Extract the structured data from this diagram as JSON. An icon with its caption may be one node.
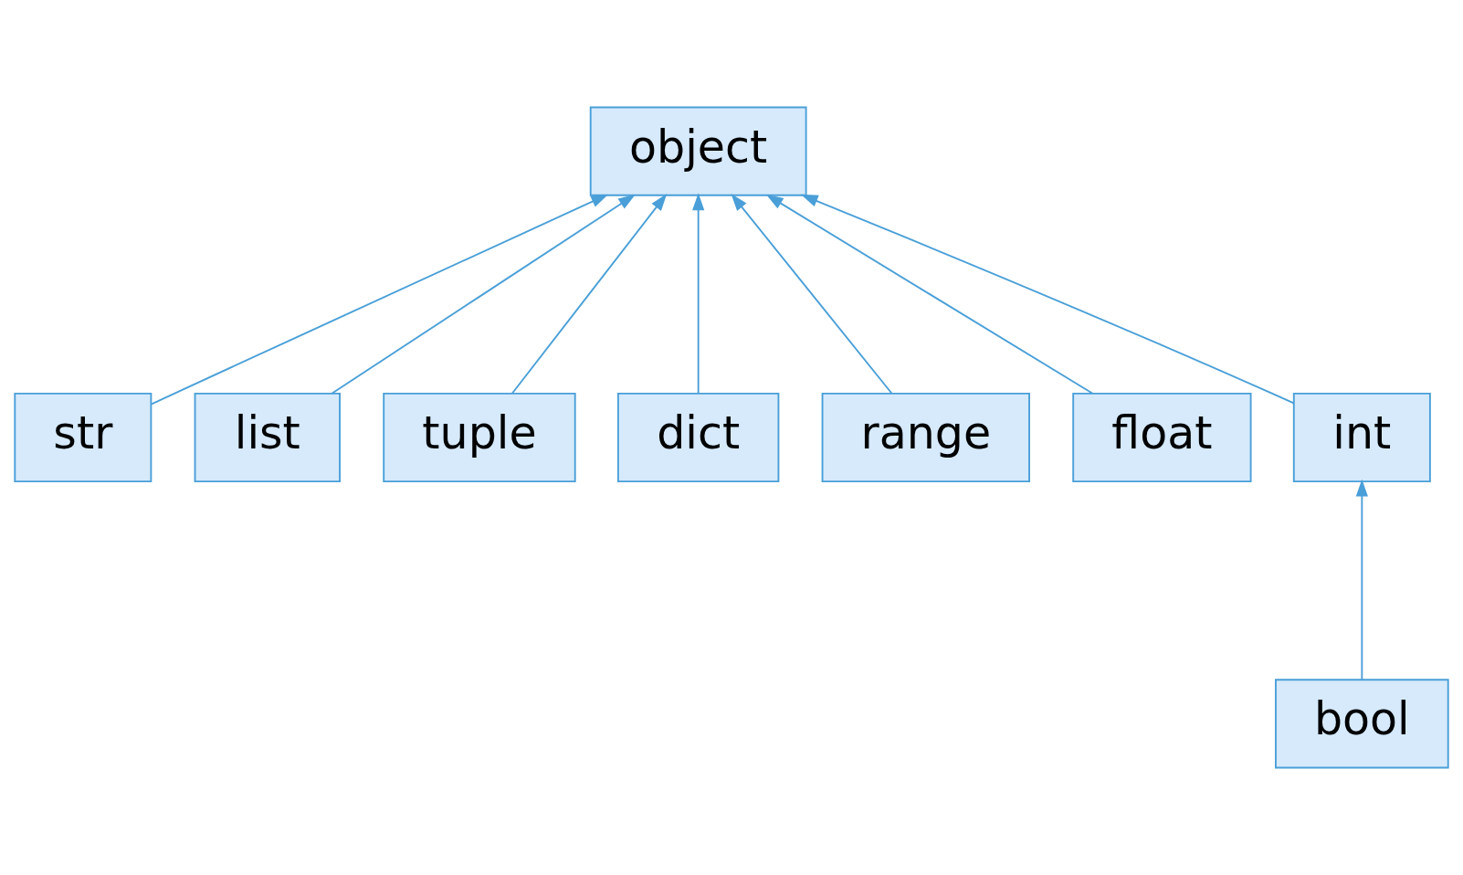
{
  "diagram": {
    "nodes": [
      {
        "text": [
          "object"
        ]
      },
      {
        "text": [
          "str"
        ]
      },
      {
        "text": [
          "list"
        ]
      },
      {
        "text": [
          "tuple"
        ]
      },
      {
        "text": [
          "dict"
        ]
      },
      {
        "text": [
          "range"
        ]
      },
      {
        "text": [
          "float"
        ]
      },
      {
        "text": [
          "int"
        ]
      },
      {
        "text": [
          "bool"
        ]
      }
    ],
    "edges": [
      {
        "from": 1,
        "to": 0,
        "arrow": "to"
      },
      {
        "from": 2,
        "to": 0,
        "arrow": "to"
      },
      {
        "from": 3,
        "to": 0,
        "arrow": "to"
      },
      {
        "from": 4,
        "to": 0,
        "arrow": "to"
      },
      {
        "from": 5,
        "to": 0,
        "arrow": "to"
      },
      {
        "from": 6,
        "to": 0,
        "arrow": "to"
      },
      {
        "from": 7,
        "to": 0,
        "arrow": "to"
      },
      {
        "from": 8,
        "to": 7,
        "arrow": "to"
      }
    ]
  }
}
